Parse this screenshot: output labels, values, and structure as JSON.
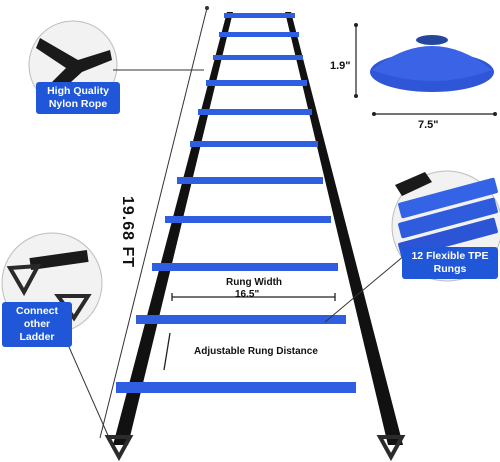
{
  "callouts": {
    "rope": "High Quality Nylon Rope",
    "connect": "Connect other Ladder",
    "rungs": "12 Flexible TPE Rungs"
  },
  "dimensions": {
    "ladder_length": "19.68 FT",
    "cone_height": "1.9\"",
    "cone_width": "7.5\"",
    "rung_width_title": "Rung Width",
    "rung_width_value": "16.5\"",
    "rung_distance": "Adjustable Rung Distance"
  },
  "colors": {
    "rung_blue": "#2f5fe0",
    "strap_black": "#111111",
    "label_blue": "#1f57d8",
    "cone_blue": "#3a63e6"
  }
}
